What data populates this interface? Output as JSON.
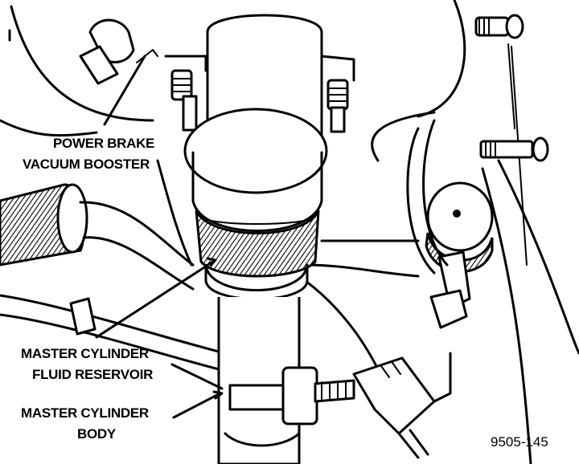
{
  "labels": {
    "booster_line1": "POWER BRAKE",
    "booster_line2": "VACUUM BOOSTER",
    "reservoir_line1": "MASTER CYLINDER",
    "reservoir_line2": "FLUID RESERVOIR",
    "body_line1": "MASTER CYLINDER",
    "body_line2": "BODY"
  },
  "figure_number": "9505-145",
  "colors": {
    "ink": "#000000",
    "paper": "#ffffff"
  }
}
